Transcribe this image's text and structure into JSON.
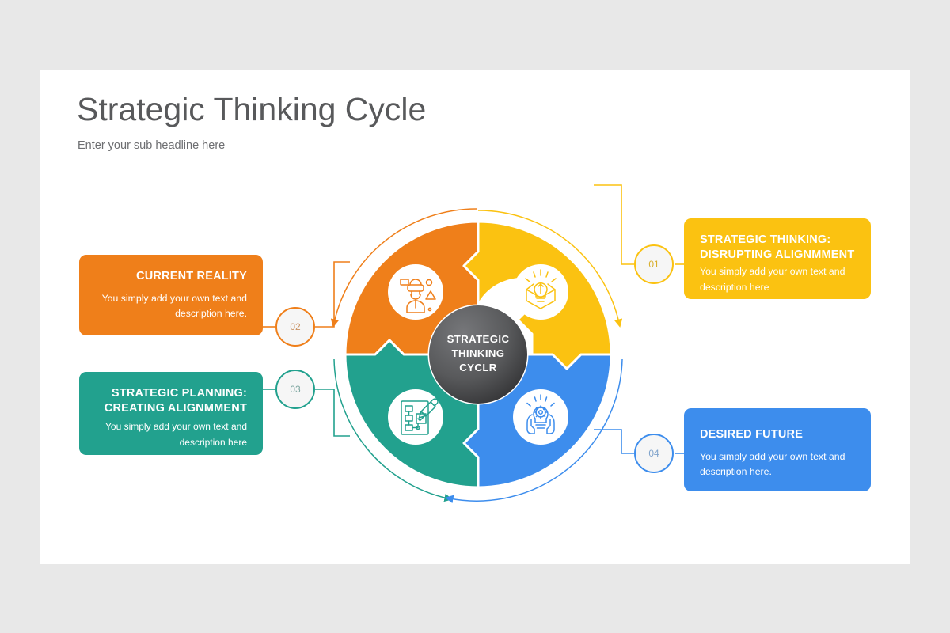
{
  "slide": {
    "title": "Strategic Thinking Cycle",
    "subtitle": "Enter your sub headline here"
  },
  "hub": {
    "line1": "STRATEGIC",
    "line2": "THINKING",
    "line3": "CYCLR",
    "color_start": "#6d6e71",
    "color_end": "#2f2f31"
  },
  "badges": [
    {
      "id": "01",
      "label": "01",
      "color": "#fbc211"
    },
    {
      "id": "02",
      "label": "02",
      "color": "#ef7f1a"
    },
    {
      "id": "03",
      "label": "03",
      "color": "#22a18e"
    },
    {
      "id": "04",
      "label": "04",
      "color": "#3d8ded"
    }
  ],
  "cards": {
    "disrupting": {
      "title": "STRATEGIC THINKING: DISRUPTING ALIGNMMENT",
      "title_line1": "STRATEGIC THINKING:",
      "title_line2": "DISRUPTING ALIGNMMENT",
      "desc": "You simply add your own text and description here",
      "color": "#fbc211",
      "number": "01"
    },
    "current_reality": {
      "title": "CURRENT REALITY",
      "desc": "You simply add your own text and description here.",
      "color": "#ef7f1a",
      "number": "02"
    },
    "strategic_planning": {
      "title_line1": "STRATEGIC PLANNING:",
      "title_line2": "CREATING ALIGNMMENT",
      "title": "STRATEGIC PLANNING: CREATING ALIGNMMENT",
      "desc": "You simply add your own text and description here",
      "color": "#22a18e",
      "number": "03"
    },
    "desired_future": {
      "title": "DESIRED FUTURE",
      "desc": "You simply add your own text and description here.",
      "color": "#3d8ded",
      "number": "04"
    }
  },
  "segments": [
    {
      "name": "current-reality-segment",
      "icon": "vr-worker-icon",
      "color": "#ef7f1a"
    },
    {
      "name": "disrupting-alignment-segment",
      "icon": "lightbulb-box-icon",
      "color": "#fbc211"
    },
    {
      "name": "desired-future-segment",
      "icon": "hands-lightbulb-gear-icon",
      "color": "#3d8ded"
    },
    {
      "name": "strategic-planning-segment",
      "icon": "flowchart-pencil-icon",
      "color": "#22a18e"
    }
  ],
  "canvas": {
    "background": "#e8e8e8",
    "slide_background": "#ffffff"
  }
}
